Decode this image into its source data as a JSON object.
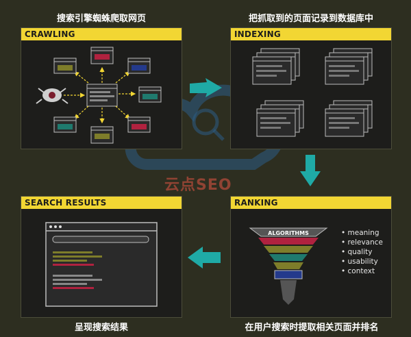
{
  "captions": {
    "crawling": "搜索引擎蜘蛛爬取网页",
    "indexing": "把抓取到的页面记录到数据库中",
    "results": "呈现搜索结果",
    "ranking": "在用户搜索时提取相关页面并排名"
  },
  "panels": {
    "crawling": "CRAWLING",
    "indexing": "INDEXING",
    "results": "SEARCH RESULTS",
    "ranking": "RANKING"
  },
  "funnel": {
    "label": "ALGORITHMS",
    "bullets": [
      "meaning",
      "relevance",
      "quality",
      "usability",
      "context"
    ]
  },
  "watermark": "云点SEO",
  "colors": {
    "background": "#2d2e20",
    "panel": "#1d1d1b",
    "title_bar": "#f2d633",
    "arrow": "#1faaa6",
    "red": "#b0223f",
    "blue": "#243a8c",
    "green": "#1f7a6e",
    "olive": "#7e7d2a"
  }
}
